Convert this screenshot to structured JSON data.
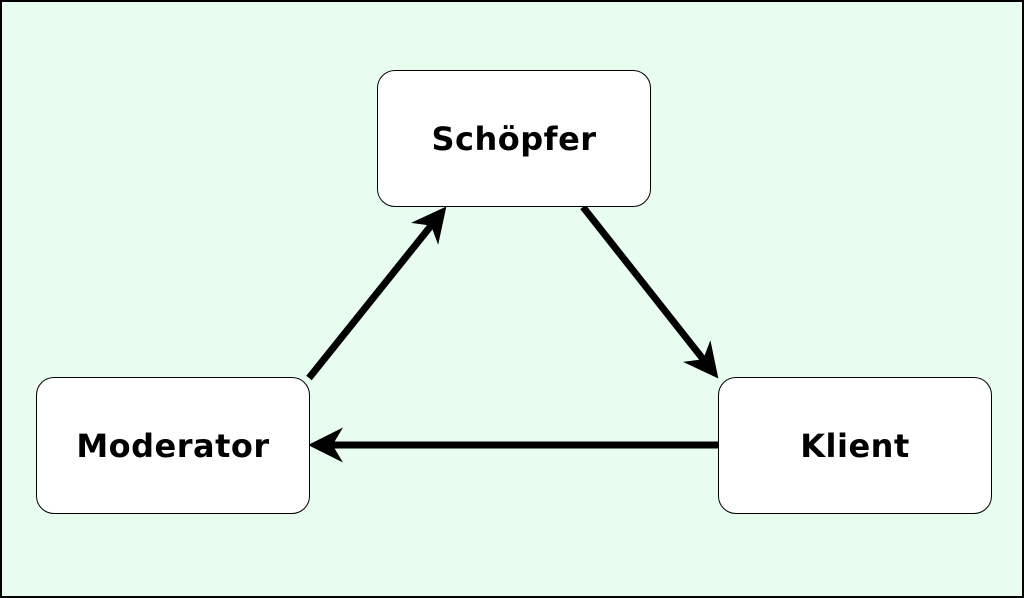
{
  "nodes": {
    "schoepfer": "Schöpfer",
    "moderator": "Moderator",
    "klient": "Klient"
  },
  "edges": [
    {
      "from": "Moderator",
      "to": "Schöpfer"
    },
    {
      "from": "Schöpfer",
      "to": "Klient"
    },
    {
      "from": "Klient",
      "to": "Moderator"
    }
  ],
  "colors": {
    "background": "#e8fcf0",
    "node_fill": "#ffffff",
    "stroke": "#000000"
  }
}
